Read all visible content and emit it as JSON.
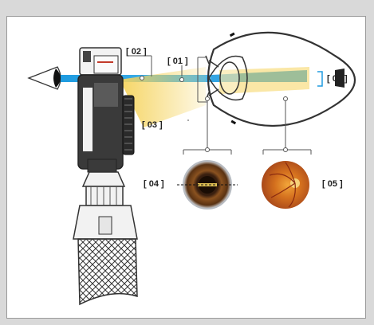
{
  "labels": {
    "l01": "[ 01 ]",
    "l02": "[ 02 ]",
    "l03": "[ 03 ]",
    "l04": "[ 04 ]",
    "l05_top": "[ 05 ]",
    "l05_bottom": "[ 05 ]"
  },
  "colors": {
    "frame_bg": "#d9d9d9",
    "panel_bg": "#ffffff",
    "blue_beam": "#1e9be0",
    "yellow_beam": "#f5d35c",
    "device_dark": "#3a3a3a",
    "device_light": "#f2f2f2",
    "eye_outline": "#333333",
    "bracket": "#555555",
    "iris_brown": "#6b3a12",
    "retina_orange": "#d4701e"
  }
}
